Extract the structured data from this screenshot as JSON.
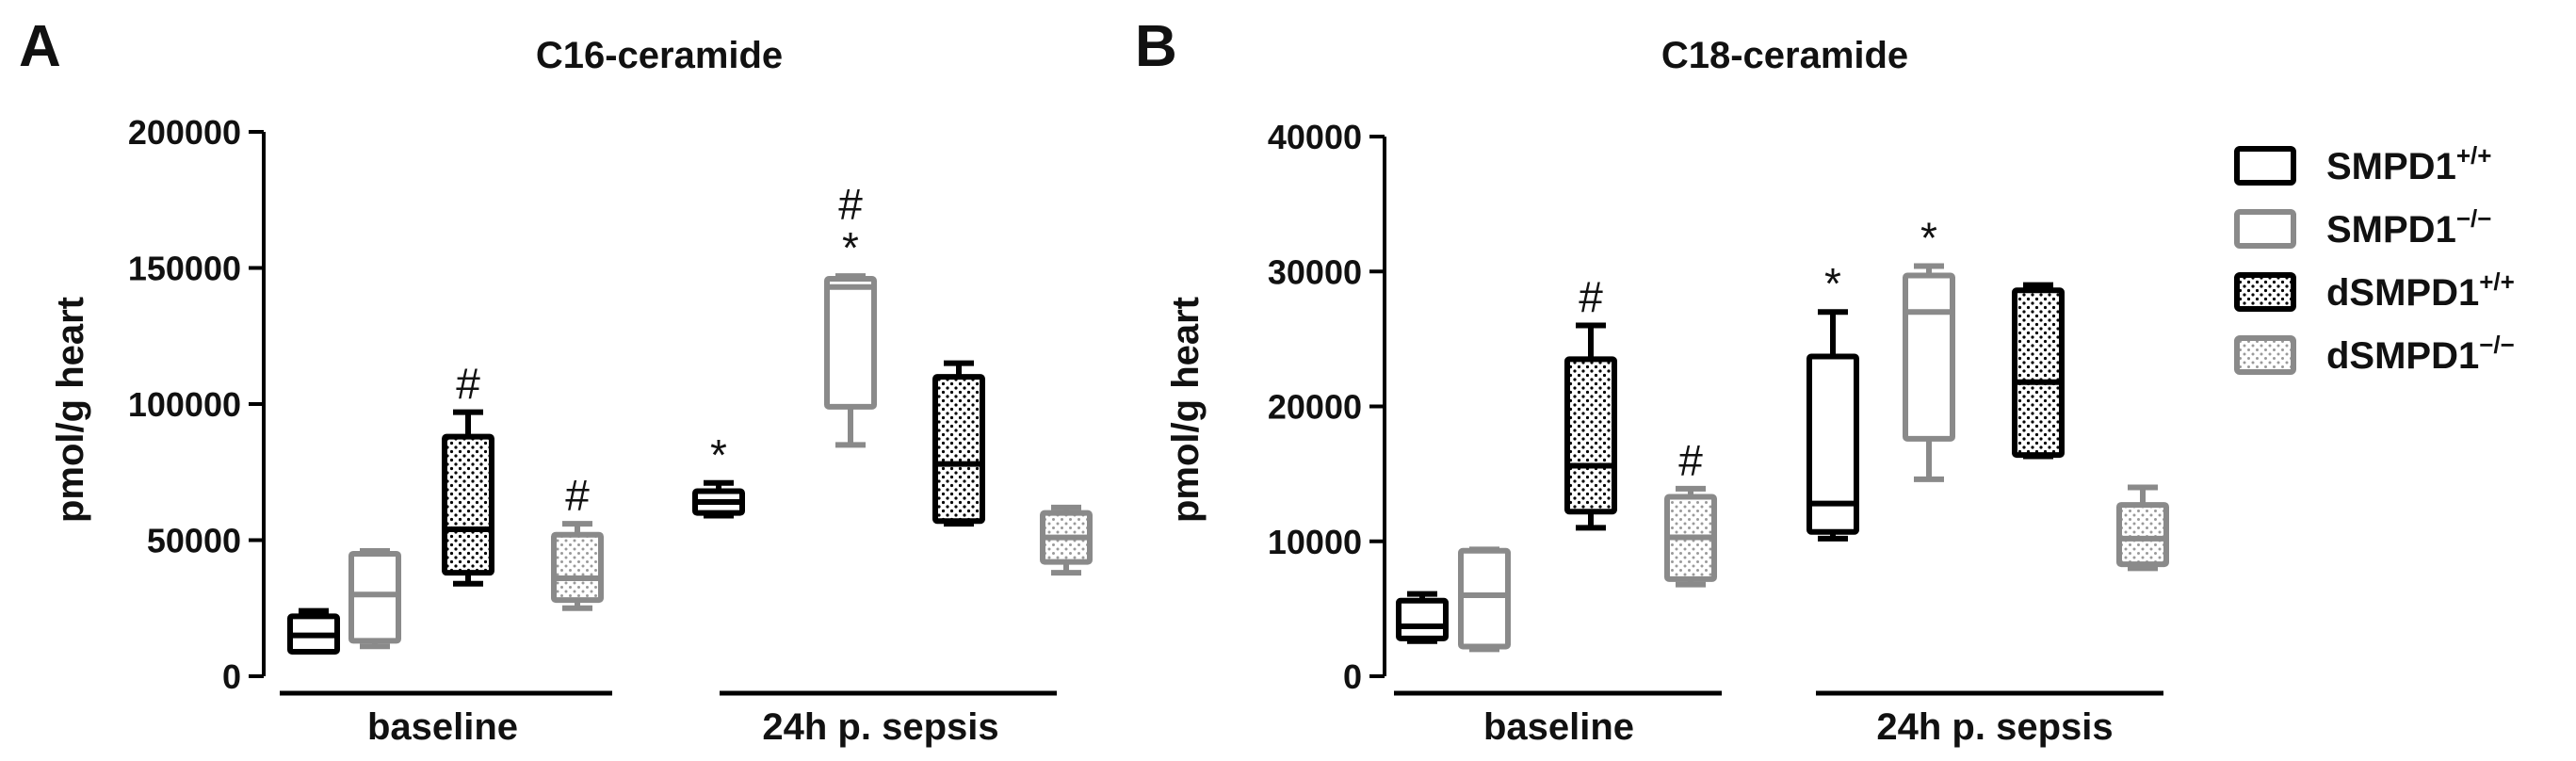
{
  "chart_data": [
    {
      "type": "box",
      "panel_label": "A",
      "title": "C16-ceramide",
      "ylabel": "pmol/g heart",
      "ylim": [
        0,
        200000
      ],
      "yticks": [
        0,
        50000,
        100000,
        150000,
        200000
      ],
      "ytick_labels": [
        "0",
        "50000",
        "100000",
        "150000",
        "200000"
      ],
      "groups": [
        "baseline",
        "24h p. sepsis"
      ],
      "series": [
        {
          "name_base": "SMPD1",
          "name_sup": "+/+",
          "color": "#000000",
          "pattern": "none",
          "boxes": [
            {
              "group": 0,
              "min": 9000,
              "q1": 9000,
              "median": 15000,
              "q3": 22000,
              "max": 24000,
              "annotations": []
            },
            {
              "group": 1,
              "min": 59000,
              "q1": 60000,
              "median": 64000,
              "q3": 68000,
              "max": 71000,
              "annotations": [
                "*"
              ]
            }
          ]
        },
        {
          "name_base": "SMPD1",
          "name_sup": "−/−",
          "color": "#8a8a8a",
          "pattern": "none",
          "boxes": [
            {
              "group": 0,
              "min": 11000,
              "q1": 13000,
              "median": 30000,
              "q3": 45000,
              "max": 46000,
              "annotations": []
            },
            {
              "group": 1,
              "min": 85000,
              "q1": 99000,
              "median": 143000,
              "q3": 146000,
              "max": 147000,
              "annotations": [
                "*",
                "#"
              ]
            }
          ]
        },
        {
          "name_base": "dSMPD1",
          "name_sup": "+/+",
          "color": "#000000",
          "pattern": "dots",
          "boxes": [
            {
              "group": 0,
              "min": 34000,
              "q1": 38000,
              "median": 54000,
              "q3": 88000,
              "max": 97000,
              "annotations": [
                "#"
              ]
            },
            {
              "group": 1,
              "min": 56000,
              "q1": 57000,
              "median": 78000,
              "q3": 110000,
              "max": 115000,
              "annotations": []
            }
          ]
        },
        {
          "name_base": "dSMPD1",
          "name_sup": "−/−",
          "color": "#8a8a8a",
          "pattern": "dots",
          "boxes": [
            {
              "group": 0,
              "min": 25000,
              "q1": 28000,
              "median": 36000,
              "q3": 52000,
              "max": 56000,
              "annotations": [
                "#"
              ]
            },
            {
              "group": 1,
              "min": 38000,
              "q1": 42000,
              "median": 51000,
              "q3": 60000,
              "max": 62000,
              "annotations": []
            }
          ]
        }
      ]
    },
    {
      "type": "box",
      "panel_label": "B",
      "title": "C18-ceramide",
      "ylabel": "pmol/g heart",
      "ylim": [
        0,
        40000
      ],
      "yticks": [
        0,
        10000,
        20000,
        30000,
        40000
      ],
      "ytick_labels": [
        "0",
        "10000",
        "20000",
        "30000",
        "40000"
      ],
      "groups": [
        "baseline",
        "24h p. sepsis"
      ],
      "series": [
        {
          "name_base": "SMPD1",
          "name_sup": "+/+",
          "color": "#000000",
          "pattern": "none",
          "boxes": [
            {
              "group": 0,
              "min": 2600,
              "q1": 2800,
              "median": 3700,
              "q3": 5600,
              "max": 6100,
              "annotations": []
            },
            {
              "group": 1,
              "min": 10200,
              "q1": 10700,
              "median": 12800,
              "q3": 23700,
              "max": 27000,
              "annotations": [
                "*"
              ]
            }
          ]
        },
        {
          "name_base": "SMPD1",
          "name_sup": "−/−",
          "color": "#8a8a8a",
          "pattern": "none",
          "boxes": [
            {
              "group": 0,
              "min": 2000,
              "q1": 2200,
              "median": 6000,
              "q3": 9300,
              "max": 9400,
              "annotations": []
            },
            {
              "group": 1,
              "min": 14600,
              "q1": 17600,
              "median": 27000,
              "q3": 29700,
              "max": 30400,
              "annotations": [
                "*"
              ]
            }
          ]
        },
        {
          "name_base": "dSMPD1",
          "name_sup": "+/+",
          "color": "#000000",
          "pattern": "dots",
          "boxes": [
            {
              "group": 0,
              "min": 11000,
              "q1": 12200,
              "median": 15600,
              "q3": 23500,
              "max": 26000,
              "annotations": [
                "#"
              ]
            },
            {
              "group": 1,
              "min": 16300,
              "q1": 16400,
              "median": 21800,
              "q3": 28600,
              "max": 29000,
              "annotations": []
            }
          ]
        },
        {
          "name_base": "dSMPD1",
          "name_sup": "−/−",
          "color": "#8a8a8a",
          "pattern": "dots",
          "boxes": [
            {
              "group": 0,
              "min": 6800,
              "q1": 7200,
              "median": 10300,
              "q3": 13300,
              "max": 13900,
              "annotations": [
                "#"
              ]
            },
            {
              "group": 1,
              "min": 8000,
              "q1": 8300,
              "median": 10200,
              "q3": 12700,
              "max": 14000,
              "annotations": []
            }
          ]
        }
      ]
    }
  ],
  "legend": {
    "placement": "right",
    "entries": [
      {
        "base": "SMPD1",
        "sup": "+/+",
        "color": "#000000",
        "pattern": "none"
      },
      {
        "base": "SMPD1",
        "sup": "−/−",
        "color": "#8a8a8a",
        "pattern": "none"
      },
      {
        "base": "dSMPD1",
        "sup": "+/+",
        "color": "#000000",
        "pattern": "dots"
      },
      {
        "base": "dSMPD1",
        "sup": "−/−",
        "color": "#8a8a8a",
        "pattern": "dots"
      }
    ]
  }
}
